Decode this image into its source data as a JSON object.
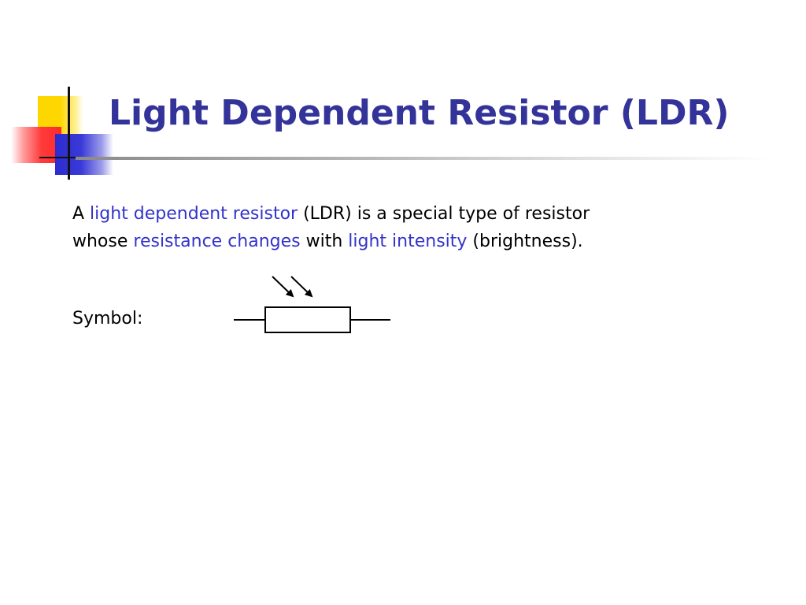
{
  "slide": {
    "title": "Light Dependent Resistor (LDR)",
    "definition": {
      "line1": [
        {
          "text": "A ",
          "highlight": false
        },
        {
          "text": "light dependent resistor",
          "highlight": true
        },
        {
          "text": " (LDR) is a special type of resistor",
          "highlight": false
        }
      ],
      "line2": [
        {
          "text": "whose ",
          "highlight": false
        },
        {
          "text": "resistance changes",
          "highlight": true
        },
        {
          "text": " with ",
          "highlight": false
        },
        {
          "text": "light intensity",
          "highlight": true
        },
        {
          "text": " (brightness).",
          "highlight": false
        }
      ]
    },
    "symbol_label": "Symbol:"
  },
  "colors": {
    "title": "#333399",
    "highlight": "#3333cc",
    "body": "#000000"
  },
  "icons": [
    "ldr-circuit-symbol-icon",
    "light-arrow-icon"
  ]
}
